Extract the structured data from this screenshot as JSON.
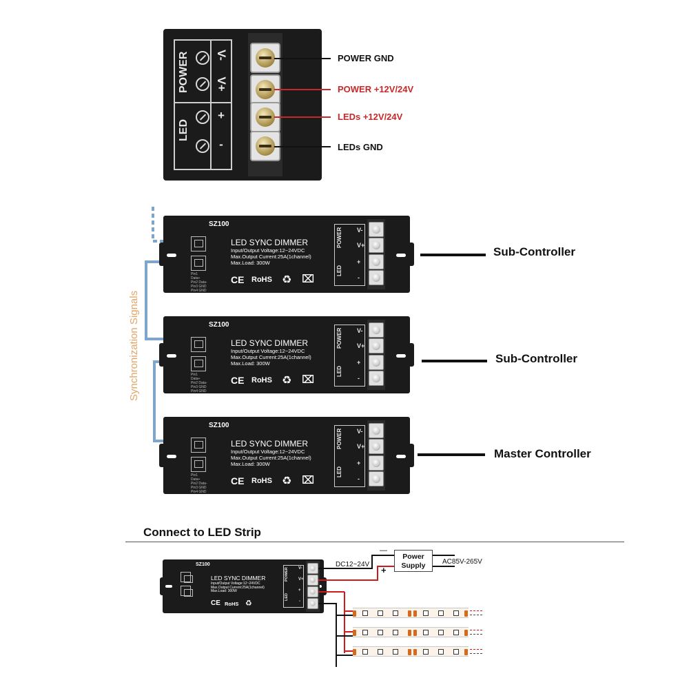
{
  "terminal_closeup": {
    "power_label": "POWER",
    "led_label": "LED",
    "symbols": [
      "V-",
      "V+",
      "+",
      "-"
    ],
    "callouts": [
      {
        "text": "POWER GND",
        "color": "#111111"
      },
      {
        "text": "POWER +12V/24V",
        "color": "#c62828"
      },
      {
        "text": "LEDs +12V/24V",
        "color": "#c62828"
      },
      {
        "text": "LEDs GND",
        "color": "#111111"
      }
    ]
  },
  "controller": {
    "model": "SZ100",
    "title": "LED SYNC DIMMER",
    "spec_1": "Input/Output Voltage:12~24VDC",
    "spec_2": "Max.Output Current:25A(1channel)",
    "spec_3": "Max.Load: 300W",
    "mark_ce": "CE",
    "mark_rohs": "RoHS",
    "mark_recycle": "♻",
    "mark_weee": "⌧",
    "rj_text": "Pin1 Data+ Pin2 Data- Pin3 GND Pin4 GND",
    "power_label": "POWER",
    "led_label": "LED",
    "symbols": [
      "V-",
      "V+",
      "+",
      "-"
    ]
  },
  "sync_diagram": {
    "sync_label": "Synchronization Signals",
    "labels": [
      "Sub-Controller",
      "Sub-Controller",
      "Master Controller"
    ],
    "wire_color": "#7ea6cc"
  },
  "connect_section": {
    "title": "Connect to LED Strip",
    "dc_label": "DC12~24V",
    "minus": "—",
    "plus": "+",
    "psu_line1": "Power",
    "psu_line2": "Supply",
    "ac_label": "AC85V-265V"
  }
}
